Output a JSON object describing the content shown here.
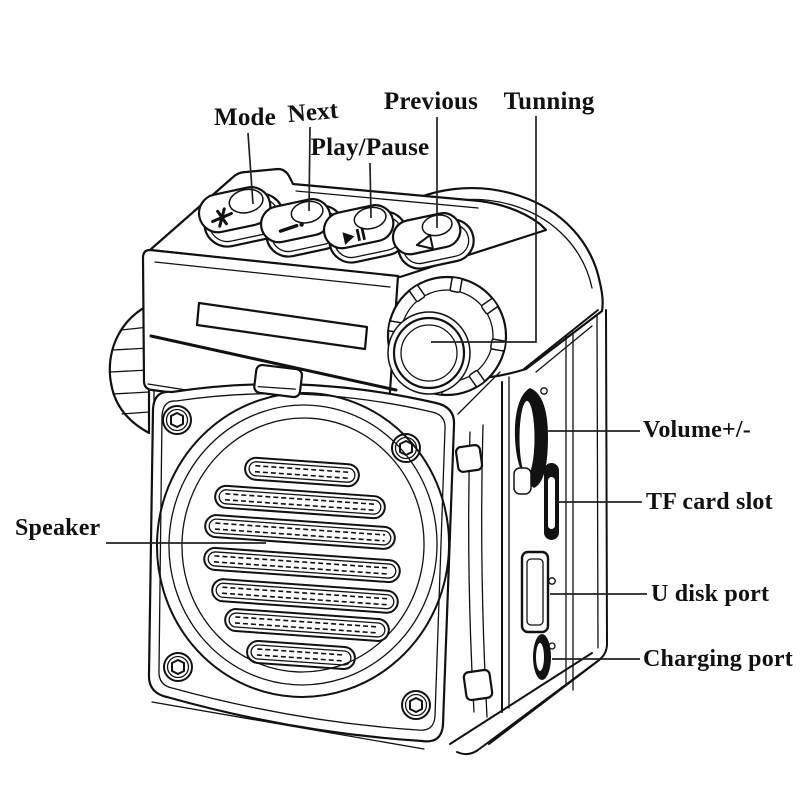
{
  "figure": {
    "type": "product-parts-diagram",
    "device": "portable mini speaker radio",
    "background_color": "#ffffff",
    "line_color": "#111111"
  },
  "labels": {
    "mode": "Mode",
    "next": "Next",
    "play_pause": "Play/Pause",
    "previous": "Previous",
    "tunning": "Tunning",
    "volume": "Volume+/-",
    "tf_card": "TF card slot",
    "u_disk": "U disk port",
    "charging": "Charging port",
    "speaker": "Speaker"
  },
  "icons": {
    "mode_button": "asterisk-icon",
    "next_button": "dash-icon",
    "play_pause_button": "play-pause-icon",
    "previous_button": "triangle-outline-icon"
  }
}
